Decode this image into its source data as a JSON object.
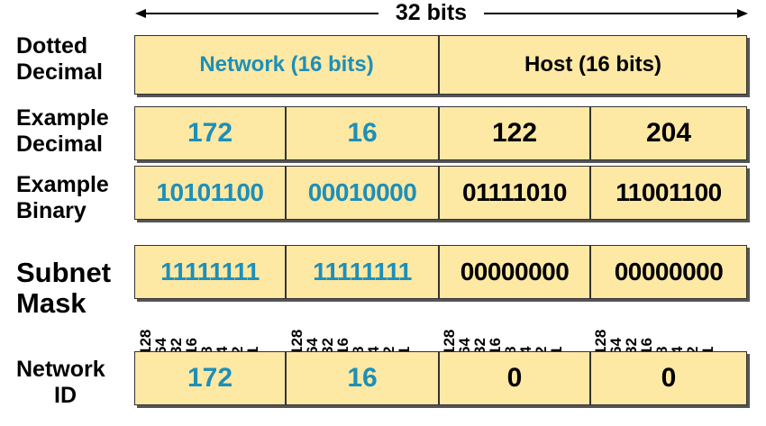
{
  "header": {
    "title": "32 bits"
  },
  "rows": {
    "dotted": {
      "label_line1": "Dotted",
      "label_line2": "Decimal",
      "network": "Network (16 bits)",
      "host": "Host (16 bits)"
    },
    "decimal": {
      "label_line1": "Example",
      "label_line2": "Decimal",
      "octets": [
        "172",
        "16",
        "122",
        "204"
      ]
    },
    "binary": {
      "label_line1": "Example",
      "label_line2": "Binary",
      "octets": [
        "10101100",
        "00010000",
        "01111010",
        "11001100"
      ]
    },
    "mask": {
      "label_line1": "Subnet",
      "label_line2": "Mask",
      "octets": [
        "11111111",
        "11111111",
        "00000000",
        "00000000"
      ],
      "weights": [
        "128",
        "64",
        "32",
        "16",
        "8",
        "4",
        "2",
        "1"
      ]
    },
    "network_id": {
      "label_line1": "Network",
      "label_line2": "ID",
      "octets": [
        "172",
        "16",
        "0",
        "0"
      ]
    }
  },
  "colors": {
    "network_text": "#1d8fb8",
    "host_text": "#000000",
    "cell_fill": "#fde8a4"
  }
}
